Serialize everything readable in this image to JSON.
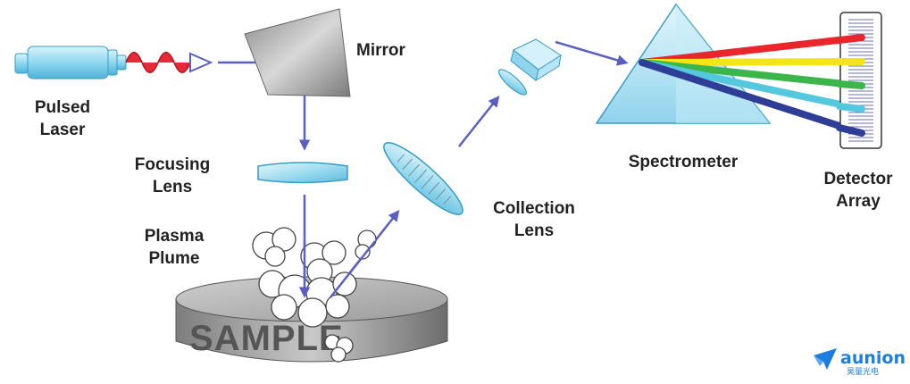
{
  "labels": {
    "laser": [
      "Pulsed",
      "Laser"
    ],
    "mirror": "Mirror",
    "focusing_lens": [
      "Focusing",
      "Lens"
    ],
    "plasma_plume": [
      "Plasma",
      "Plume"
    ],
    "collection_lens": [
      "Collection",
      "Lens"
    ],
    "spectrometer": "Spectrometer",
    "detector_array": [
      "Detector",
      "Array"
    ],
    "sample": "SAMPLE"
  },
  "brand": {
    "name": "aunion",
    "sub": "昊量光电"
  },
  "colors": {
    "arrow": "#5a5fc4",
    "lens": "#aee4f5",
    "laser_wave": "#e4202c",
    "spectrum": [
      "#e8262b",
      "#f4e41a",
      "#3cb54a",
      "#55c8de",
      "#2e3e96"
    ],
    "brand": "#1e7ee0"
  }
}
